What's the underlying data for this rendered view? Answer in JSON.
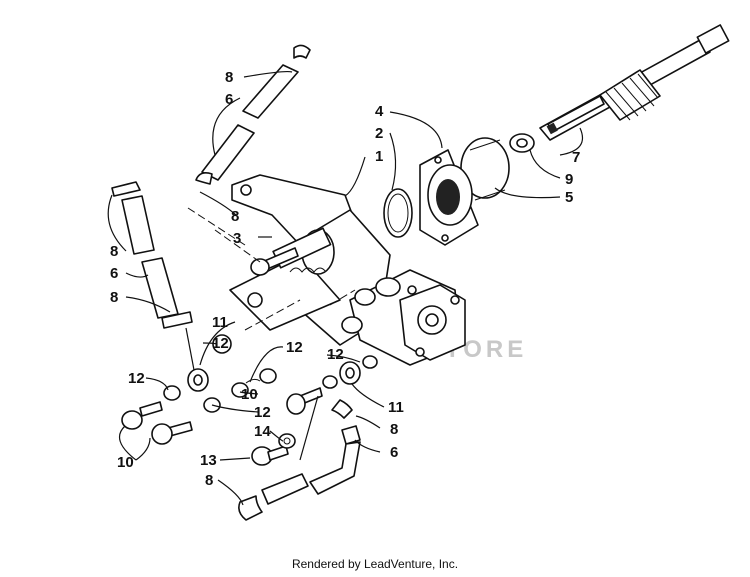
{
  "callouts": {
    "c1": "1",
    "c2": "2",
    "c3": "3",
    "c4": "4",
    "c5": "5",
    "c6a": "6",
    "c6b": "6",
    "c6c": "6",
    "c7": "7",
    "c8a": "8",
    "c8b": "8",
    "c8c": "8",
    "c8d": "8",
    "c8e": "8",
    "c8f": "8",
    "c9": "9",
    "c10a": "10",
    "c10b": "10",
    "c11a": "11",
    "c11b": "11",
    "c12a": "12",
    "c12b": "12",
    "c12c": "12",
    "c12d": "12",
    "c12e": "12",
    "c13": "13",
    "c14": "14"
  },
  "watermark": "STORE",
  "footer": "Rendered by LeadVenture, Inc."
}
